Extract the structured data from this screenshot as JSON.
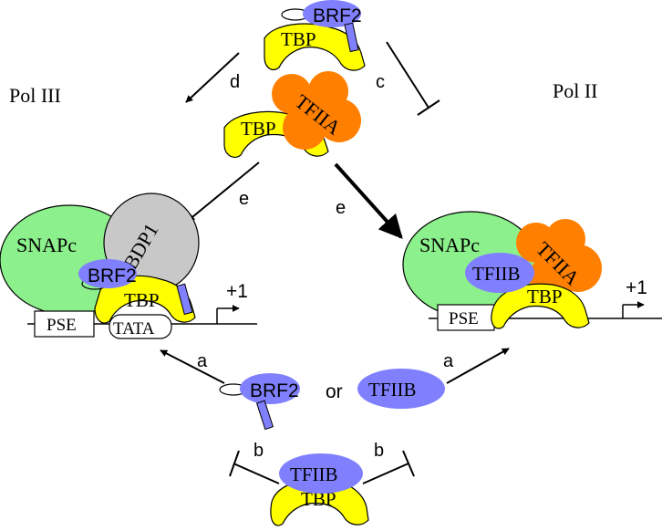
{
  "pathways": {
    "pol3": "Pol III",
    "pol2": "Pol II"
  },
  "arrows": {
    "a": "a",
    "b": "b",
    "c": "c",
    "d": "d",
    "e": "e"
  },
  "proteins": {
    "brf2": "BRF2",
    "tbp": "TBP",
    "tfiia": "TFIIA",
    "tfiib": "TFIIB",
    "snapc": "SNAPc",
    "bdp1": "BDP1"
  },
  "dna": {
    "pse": "PSE",
    "tata": "TATA",
    "start_site": "+1"
  },
  "connector": "or",
  "colors": {
    "tbp": "#ffff00",
    "brf2_tfiib": "#8080ff",
    "tfiia": "#ff7f00",
    "snapc": "#8cf08c",
    "bdp1": "#c8c8c8"
  }
}
